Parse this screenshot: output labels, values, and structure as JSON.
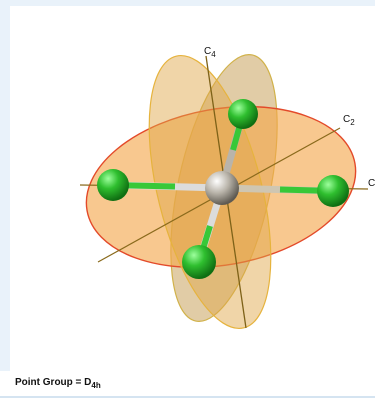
{
  "diagram": {
    "axis_labels": {
      "c4_main": "C",
      "c4_sub": "4",
      "c2_main": "C",
      "c2_sub": "2",
      "c_edge": "C"
    },
    "caption": {
      "prefix": "Point Group = ",
      "symbol": "D",
      "subscript": "4h"
    }
  },
  "colors": {
    "background": "#e9f2fa",
    "panel": "#ffffff",
    "horizontal_plane": "#f3a64a",
    "horizontal_plane_edge": "#e34a2a",
    "vertical_plane": "#c9a25c",
    "vertical_plane_edge": "#d1b24a",
    "axis": "#8a6a1c",
    "ligand_atom": "#2fbf2f",
    "central_atom": "#b8b8b8",
    "bond": "#dcdcdc"
  }
}
